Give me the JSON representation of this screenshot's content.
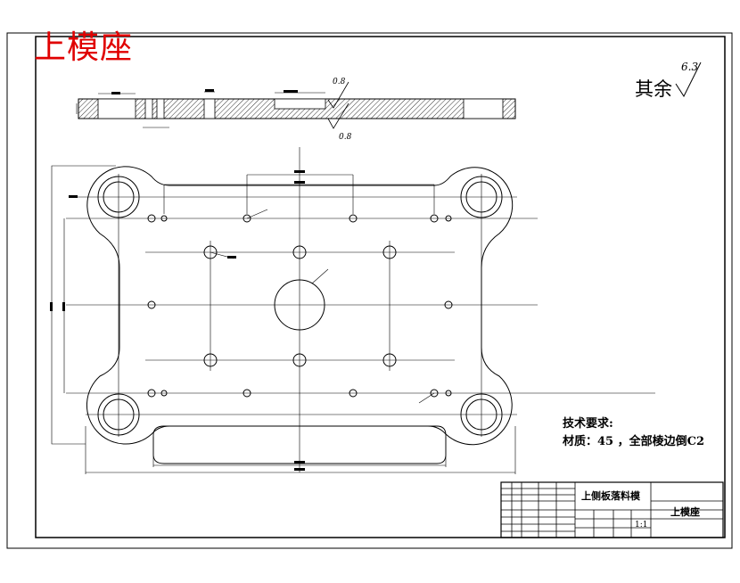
{
  "drawing": {
    "title": "上模座",
    "roughness_other": {
      "label": "其余",
      "value": "6.3"
    },
    "section_roughness": [
      "0.8",
      "0.8"
    ]
  },
  "requirements": {
    "title": "技术要求:",
    "line1": "材质：45 ，全部棱边倒C2"
  },
  "title_block": {
    "project_name": "上侧板落料模",
    "part_name": "上模座",
    "scale": "1:1"
  },
  "colors": {
    "title": "#e00000",
    "line": "#000000",
    "hatch": "#000000"
  }
}
